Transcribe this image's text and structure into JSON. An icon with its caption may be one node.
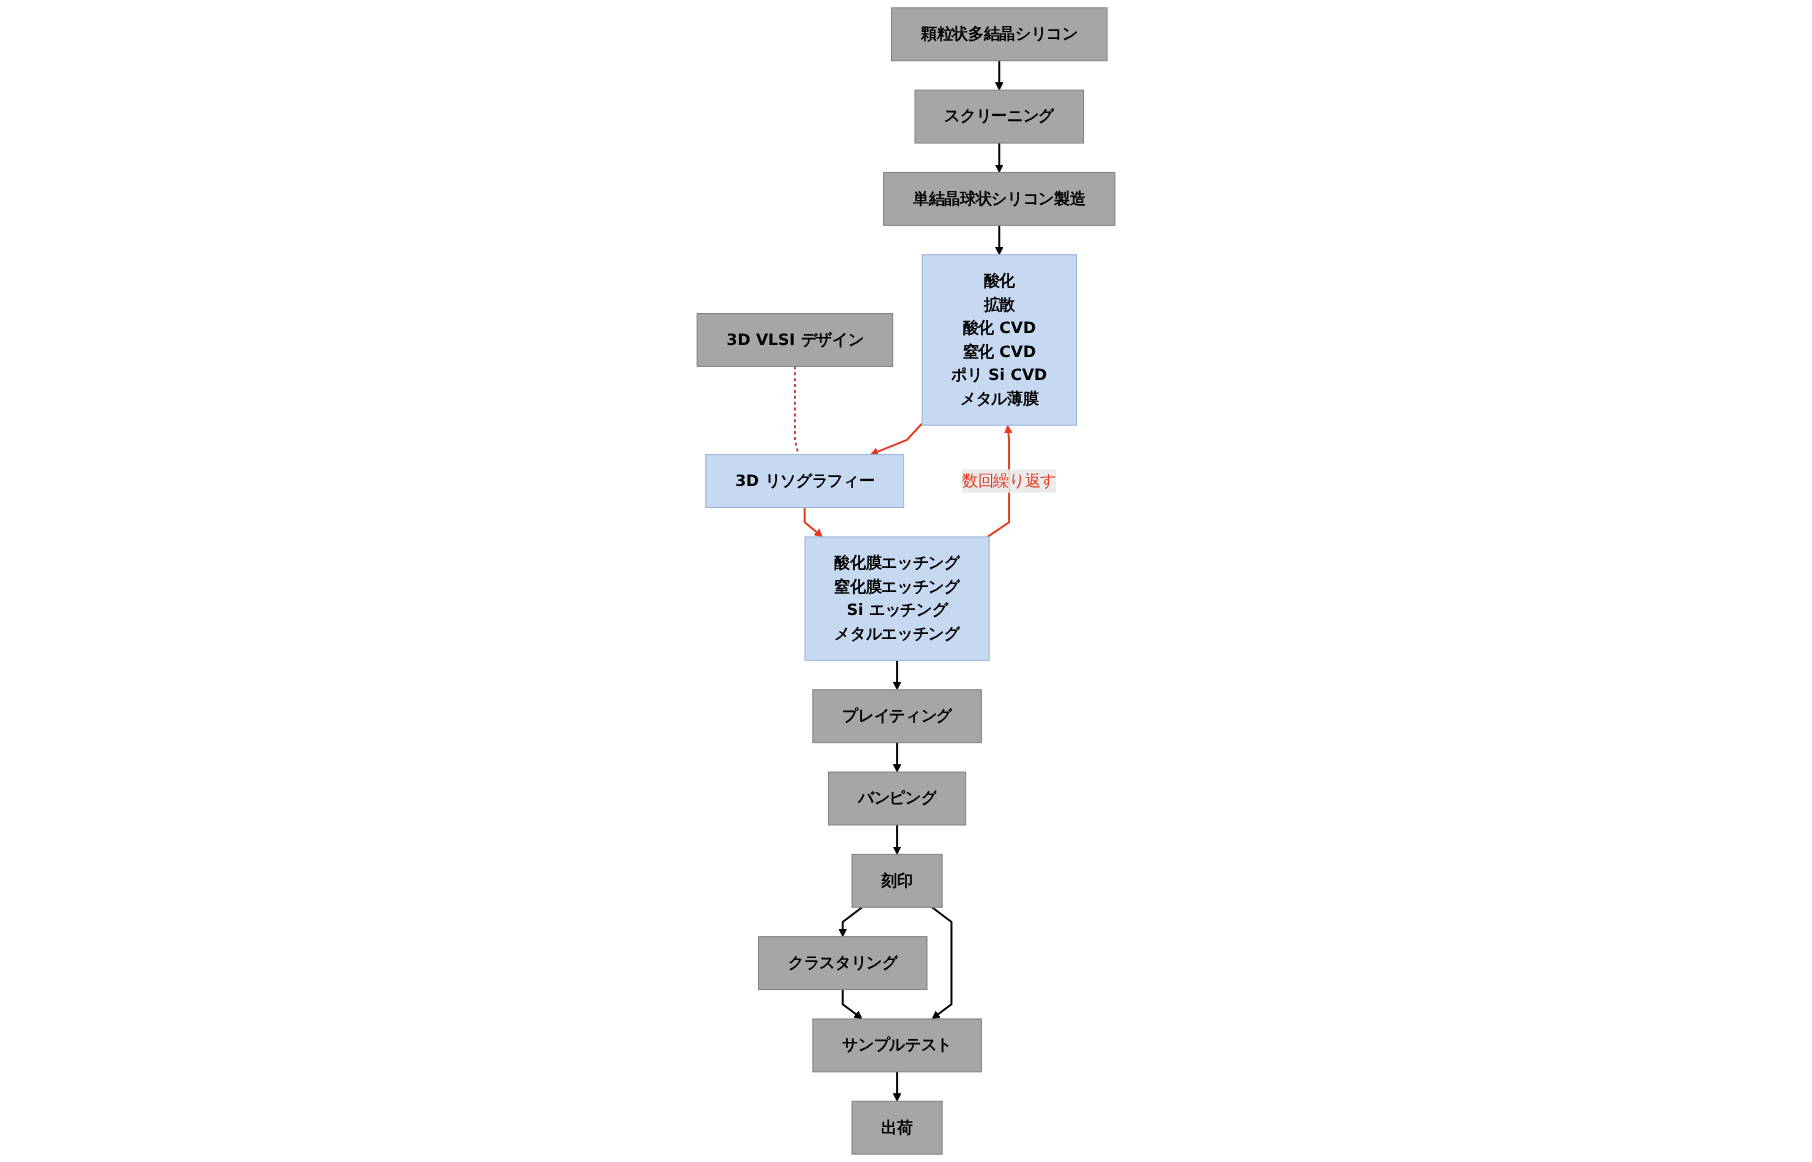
{
  "diagram": {
    "nodes": [
      {
        "text": [
          "顆粒状多結晶シリコン"
        ]
      },
      {
        "text": [
          "スクリーニング"
        ]
      },
      {
        "text": [
          "単結晶球状シリコン製造"
        ]
      },
      {
        "text": [
          "3D VLSI デザイン"
        ]
      },
      {
        "text": [
          "酸化",
          "拡散",
          "酸化 CVD",
          "窒化 CVD",
          "ポリ Si CVD",
          "メタル薄膜"
        ]
      },
      {
        "text": [
          "3D リソグラフィー"
        ]
      },
      {
        "text": [
          "酸化膜エッチング",
          "窒化膜エッチング",
          "Si エッチング",
          "メタルエッチング"
        ]
      },
      {
        "text": [
          "プレイティング"
        ]
      },
      {
        "text": [
          "バンピング"
        ]
      },
      {
        "text": [
          "刻印"
        ]
      },
      {
        "text": [
          "クラスタリング"
        ]
      },
      {
        "text": [
          "サンプルテスト"
        ]
      },
      {
        "text": [
          "出荷"
        ]
      }
    ],
    "edges": [
      {
        "from": 0,
        "to": 1,
        "arrow": "to"
      },
      {
        "from": 1,
        "to": 2,
        "arrow": "to"
      },
      {
        "from": 2,
        "to": 4,
        "arrow": "to"
      },
      {
        "from": 4,
        "to": 5,
        "arrow": "to",
        "color": "#e53a1e"
      },
      {
        "from": 5,
        "to": 6,
        "arrow": "to",
        "color": "#e53a1e"
      },
      {
        "from": 6,
        "to": 4,
        "arrow": "to",
        "label": "数回繰り返す",
        "color": "#e53a1e"
      },
      {
        "from": 3,
        "to": 5,
        "arrow": "none",
        "style": "dashed",
        "color": "#b5403a"
      },
      {
        "from": 6,
        "to": 7,
        "arrow": "to"
      },
      {
        "from": 7,
        "to": 8,
        "arrow": "to"
      },
      {
        "from": 8,
        "to": 9,
        "arrow": "to"
      },
      {
        "from": 9,
        "to": 10,
        "arrow": "to"
      },
      {
        "from": 9,
        "to": 11,
        "arrow": "to"
      },
      {
        "from": 10,
        "to": 11,
        "arrow": "to"
      },
      {
        "from": 11,
        "to": 12,
        "arrow": "to"
      }
    ]
  }
}
